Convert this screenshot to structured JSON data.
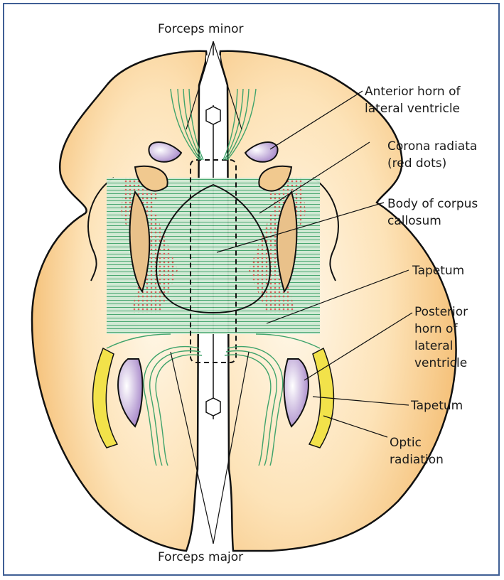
{
  "labels": {
    "forceps_minor": "Forceps minor",
    "anterior_horn_1": "Anterior horn of",
    "anterior_horn_2": "lateral ventricle",
    "corona_radiata_1": "Corona radiata",
    "corona_radiata_2": "(red dots)",
    "body_corpus_1": "Body of corpus",
    "body_corpus_2": "callosum",
    "tapetum_upper": "Tapetum",
    "posterior_horn_1": "Posterior",
    "posterior_horn_2": "horn of",
    "posterior_horn_3": "lateral",
    "posterior_horn_4": "ventricle",
    "tapetum_lower": "Tapetum",
    "optic_radiation_1": "Optic",
    "optic_radiation_2": "radiation",
    "forceps_major": "Forceps major"
  },
  "colors": {
    "brain": "#f5c07a",
    "brain_inner": "#fde6bf",
    "white_matter": "#fff7e8",
    "fibers": "#3fa36b",
    "fiber_fill": "#bfe3c8",
    "ventricle": "#b89ad2",
    "tapetum": "#f2e24a",
    "corona_dots": "#d9534f",
    "frame": "#3f5f95"
  }
}
